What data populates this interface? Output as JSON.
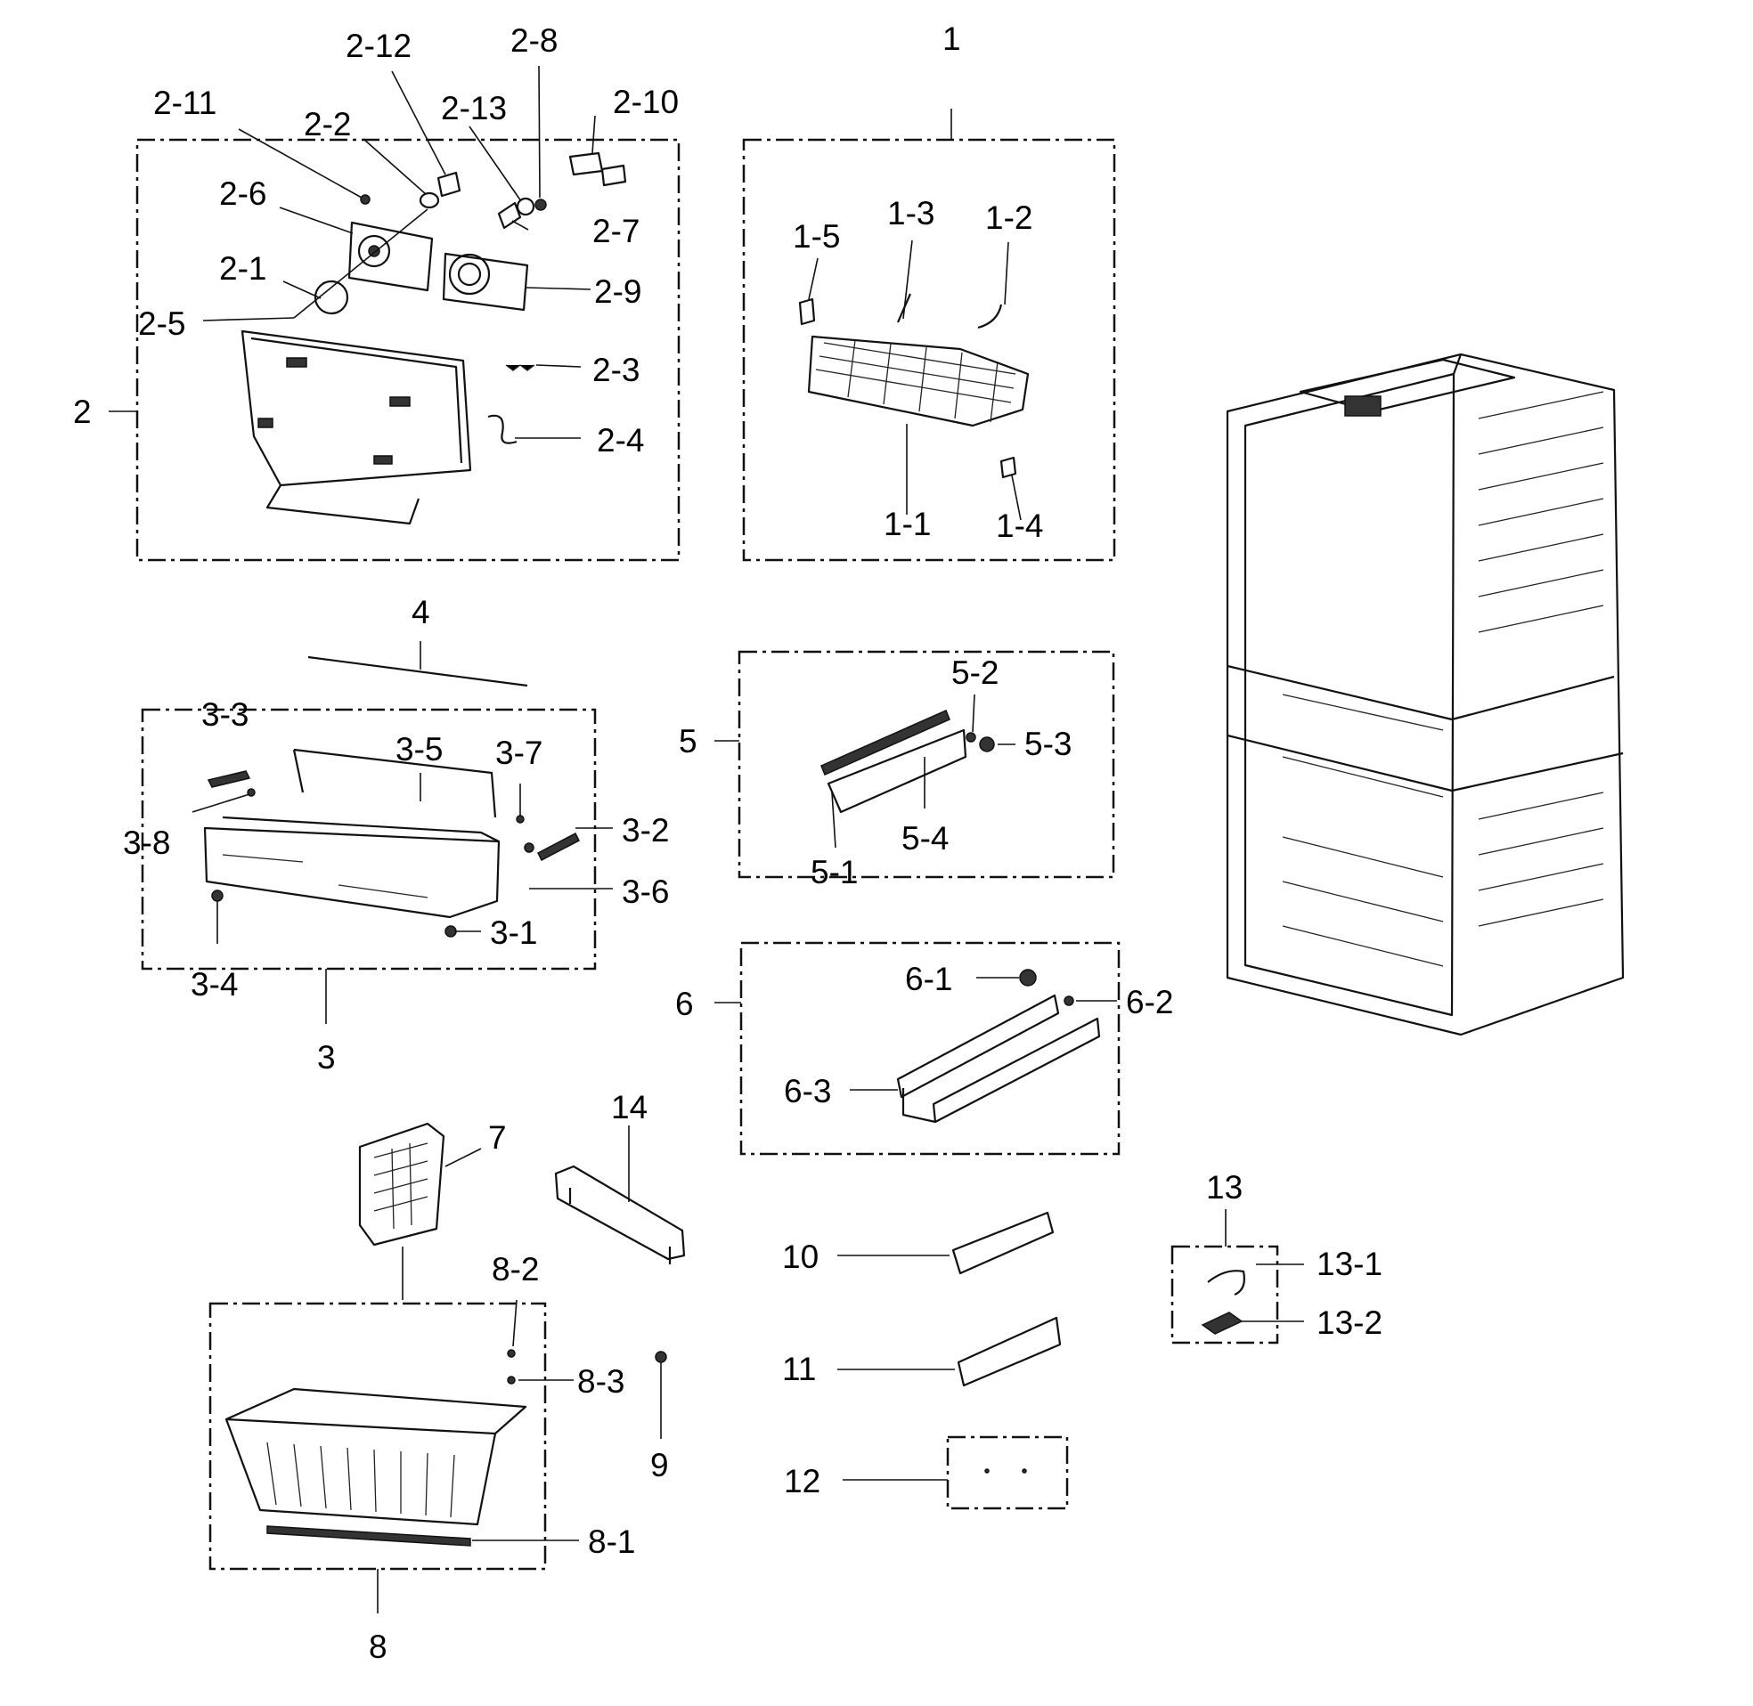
{
  "labels": {
    "l1": "1",
    "l1_1": "1-1",
    "l1_2": "1-2",
    "l1_3": "1-3",
    "l1_4": "1-4",
    "l1_5": "1-5",
    "l2": "2",
    "l2_1": "2-1",
    "l2_2": "2-2",
    "l2_3": "2-3",
    "l2_4": "2-4",
    "l2_5": "2-5",
    "l2_6": "2-6",
    "l2_7": "2-7",
    "l2_8": "2-8",
    "l2_9": "2-9",
    "l2_10": "2-10",
    "l2_11": "2-11",
    "l2_12": "2-12",
    "l2_13": "2-13",
    "l3": "3",
    "l3_1": "3-1",
    "l3_2": "3-2",
    "l3_3": "3-3",
    "l3_4": "3-4",
    "l3_5": "3-5",
    "l3_6": "3-6",
    "l3_7": "3-7",
    "l3_8": "3-8",
    "l4": "4",
    "l5": "5",
    "l5_1": "5-1",
    "l5_2": "5-2",
    "l5_3": "5-3",
    "l5_4": "5-4",
    "l6": "6",
    "l6_1": "6-1",
    "l6_2": "6-2",
    "l6_3": "6-3",
    "l7": "7",
    "l8": "8",
    "l8_1": "8-1",
    "l8_2": "8-2",
    "l8_3": "8-3",
    "l9": "9",
    "l10": "10",
    "l11": "11",
    "l12": "12",
    "l13": "13",
    "l13_1": "13-1",
    "l13_2": "13-2",
    "l14": "14"
  },
  "colors": {
    "ink": "#111111",
    "background": "#ffffff"
  }
}
